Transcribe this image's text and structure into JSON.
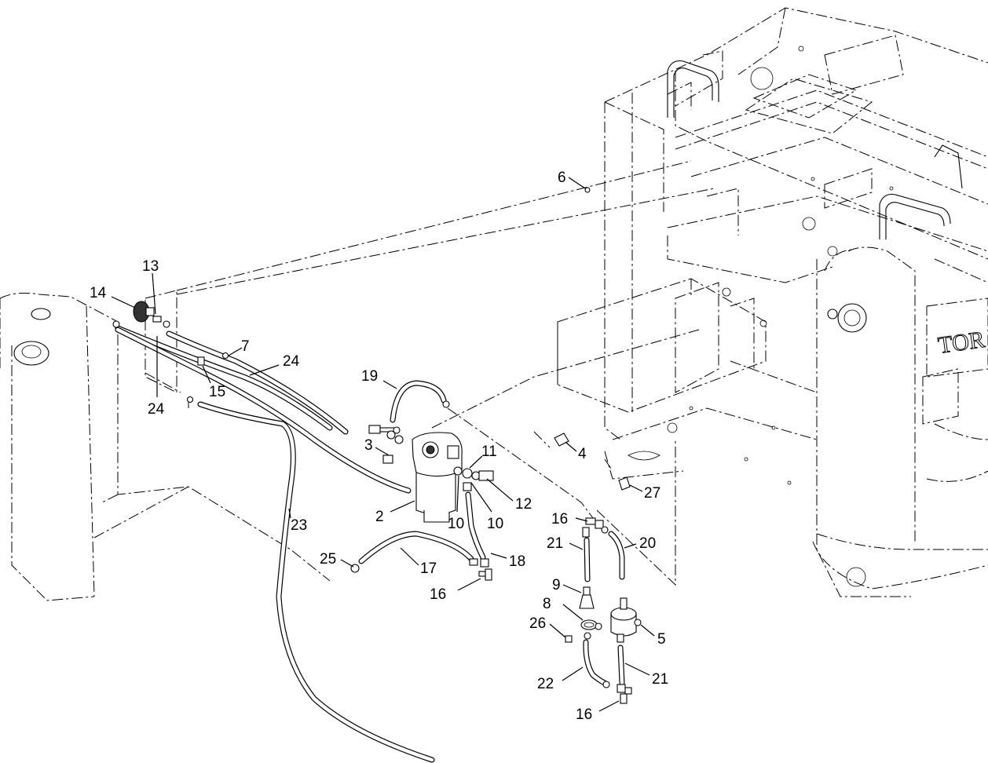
{
  "callouts": [
    {
      "id": "c1",
      "label": "13"
    },
    {
      "id": "c2",
      "label": "14"
    },
    {
      "id": "c3",
      "label": "7"
    },
    {
      "id": "c4",
      "label": "24"
    },
    {
      "id": "c5",
      "label": "15"
    },
    {
      "id": "c6",
      "label": "24"
    },
    {
      "id": "c7",
      "label": "19"
    },
    {
      "id": "c8",
      "label": "3"
    },
    {
      "id": "c9",
      "label": "11"
    },
    {
      "id": "c10",
      "label": "12"
    },
    {
      "id": "c11",
      "label": "2"
    },
    {
      "id": "c12",
      "label": "10"
    },
    {
      "id": "c13",
      "label": "10"
    },
    {
      "id": "c14",
      "label": "23"
    },
    {
      "id": "c15",
      "label": "25"
    },
    {
      "id": "c16",
      "label": "17"
    },
    {
      "id": "c17",
      "label": "18"
    },
    {
      "id": "c18",
      "label": "16"
    },
    {
      "id": "c19",
      "label": "16"
    },
    {
      "id": "c20",
      "label": "21"
    },
    {
      "id": "c21",
      "label": "20"
    },
    {
      "id": "c22",
      "label": "9"
    },
    {
      "id": "c23",
      "label": "8"
    },
    {
      "id": "c24",
      "label": "26"
    },
    {
      "id": "c25",
      "label": "5"
    },
    {
      "id": "c26",
      "label": "22"
    },
    {
      "id": "c27",
      "label": "21"
    },
    {
      "id": "c28",
      "label": "16"
    },
    {
      "id": "c29",
      "label": "6"
    },
    {
      "id": "c30",
      "label": "4"
    },
    {
      "id": "c31",
      "label": "27"
    }
  ],
  "frame_logo": {
    "text": "TOR"
  }
}
